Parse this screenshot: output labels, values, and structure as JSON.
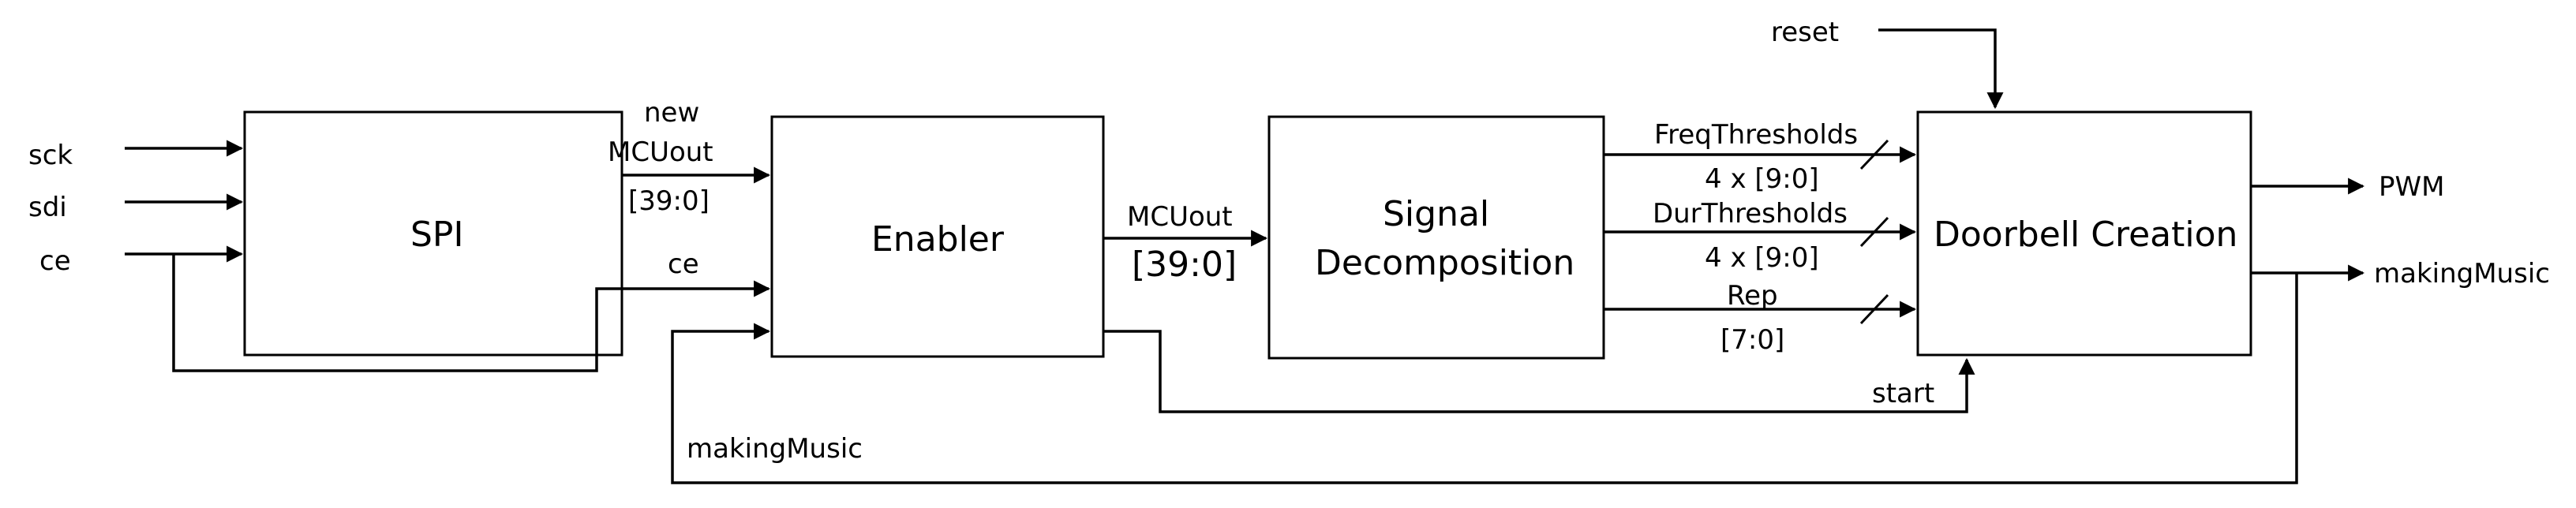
{
  "blocks": {
    "spi": "SPI",
    "enabler": "Enabler",
    "signal_decomposition": [
      "Signal",
      "Decomposition"
    ],
    "doorbell_creation": "Doorbell Creation"
  },
  "inputs": {
    "sck": "sck",
    "sdi": "sdi",
    "ce": "ce",
    "reset": "reset"
  },
  "outputs": {
    "pwm": "PWM",
    "making_music": "makingMusic"
  },
  "signals": {
    "new_mcuout": [
      "new",
      "MCUout",
      "[39:0]"
    ],
    "ce_enabler": "ce",
    "mcuout": [
      "MCUout",
      "[39:0]"
    ],
    "freq_thresholds": [
      "FreqThresholds",
      "4 x [9:0]"
    ],
    "dur_thresholds": [
      "DurThresholds",
      "4 x [9:0]"
    ],
    "rep": [
      "Rep",
      "[7:0]"
    ],
    "start": "start",
    "making_music_feedback": "makingMusic"
  }
}
